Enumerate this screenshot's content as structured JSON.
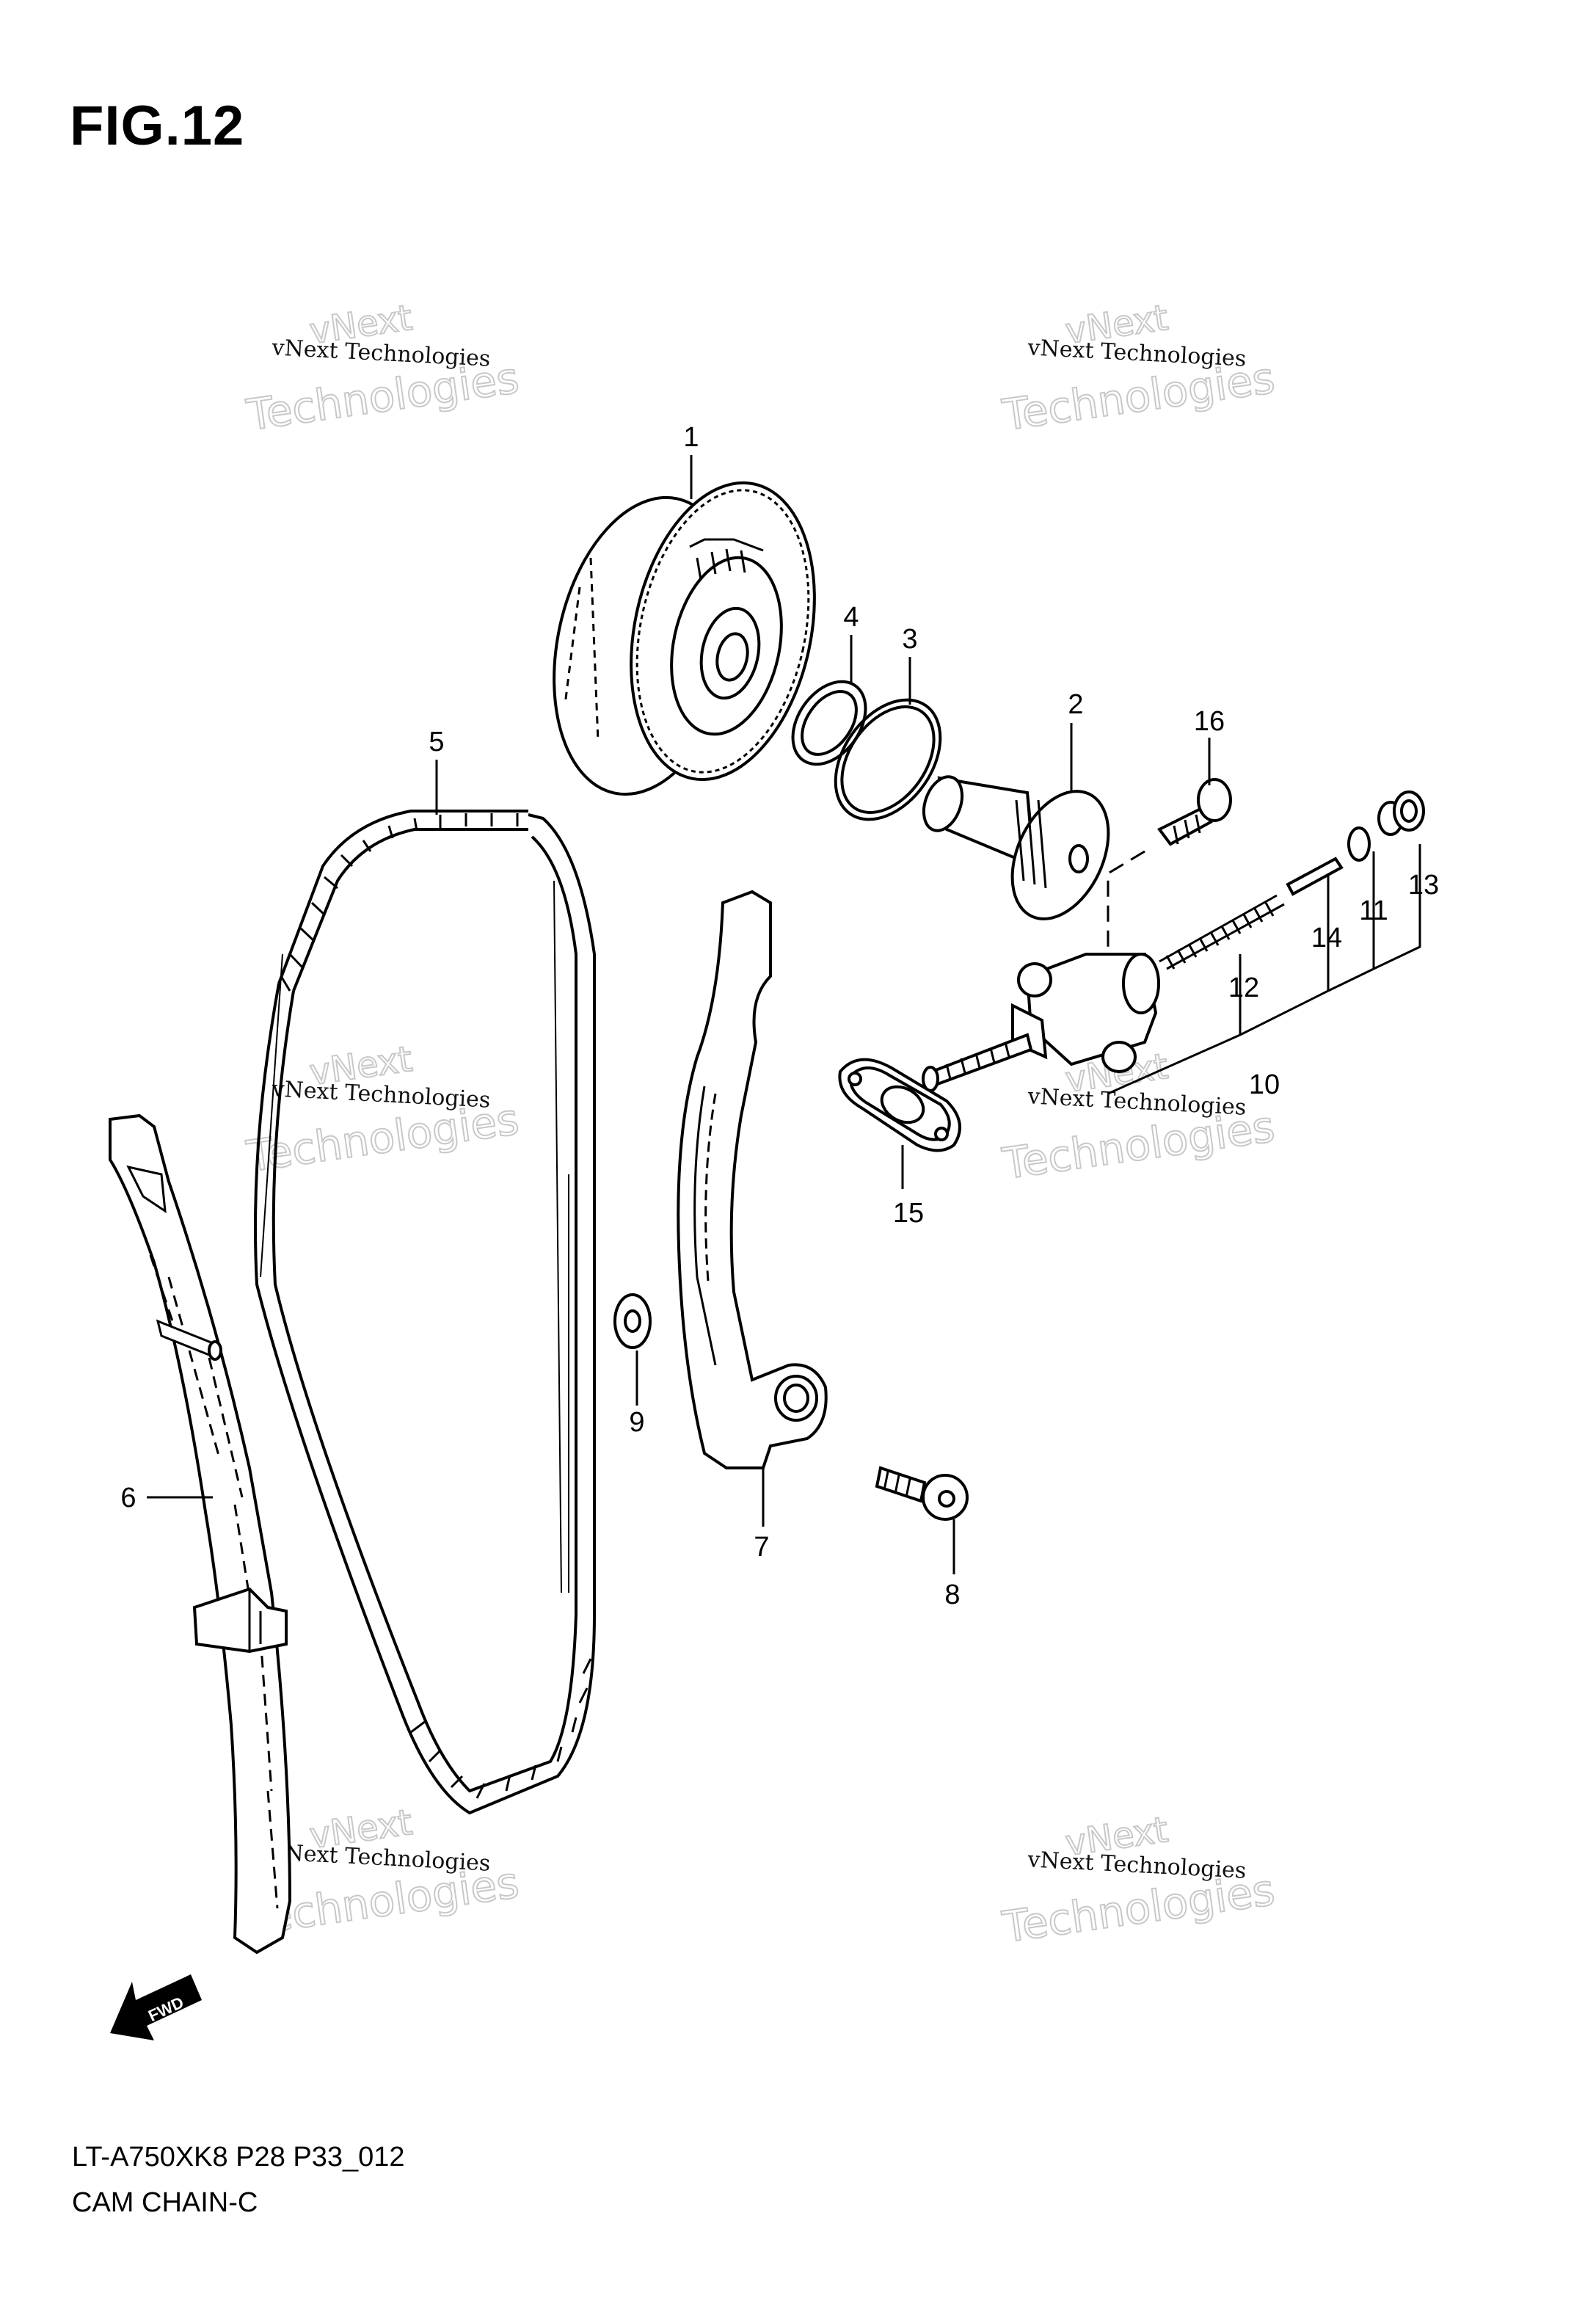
{
  "figure": {
    "title": "FIG.12"
  },
  "footer": {
    "model_code": "LT-A750XK8 P28 P33_012",
    "section_name": "CAM CHAIN-C"
  },
  "watermark": {
    "line1": "vNext Technologies",
    "line2": "Technologies",
    "line3": "vNext"
  },
  "fwd_label": "FWD",
  "callouts": [
    {
      "id": "1",
      "label": "1"
    },
    {
      "id": "2",
      "label": "2"
    },
    {
      "id": "3",
      "label": "3"
    },
    {
      "id": "4",
      "label": "4"
    },
    {
      "id": "5",
      "label": "5"
    },
    {
      "id": "6",
      "label": "6"
    },
    {
      "id": "7",
      "label": "7"
    },
    {
      "id": "8",
      "label": "8"
    },
    {
      "id": "9",
      "label": "9"
    },
    {
      "id": "10",
      "label": "10"
    },
    {
      "id": "11",
      "label": "11"
    },
    {
      "id": "12",
      "label": "12"
    },
    {
      "id": "13",
      "label": "13"
    },
    {
      "id": "14",
      "label": "14"
    },
    {
      "id": "15",
      "label": "15"
    },
    {
      "id": "16",
      "label": "16"
    }
  ]
}
